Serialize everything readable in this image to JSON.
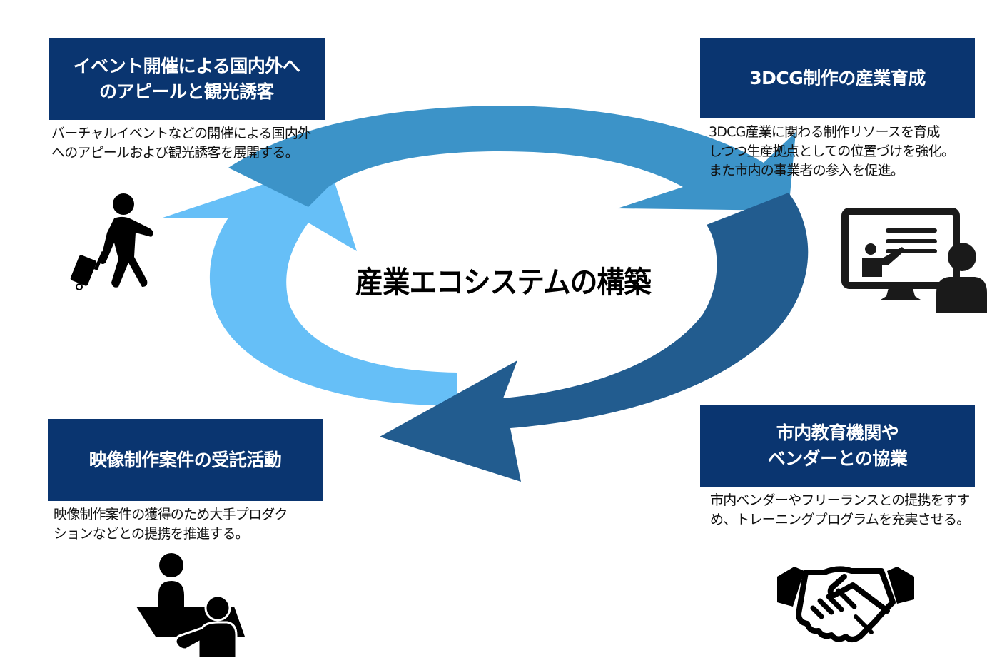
{
  "center": {
    "title": "産業エコシステムの構築"
  },
  "colors": {
    "header_bg": "#0A3570",
    "arc_top": "#3C93C8",
    "arc_right_bottom": "#225C8F",
    "arc_left": "#66BFF7"
  },
  "quadrants": [
    {
      "position": "top-left",
      "heading_lines": [
        "イベント開催による国内外へ",
        "のアピールと観光誘客"
      ],
      "description_lines": [
        "バーチャルイベントなどの開催による国内外",
        "へのアピールおよび観光誘客を展開する。"
      ],
      "icon": "traveler-with-suitcase-icon"
    },
    {
      "position": "top-right",
      "heading_lines": [
        "3DCG制作の産業育成"
      ],
      "description_lines": [
        "3DCG産業に関わる制作リソースを育成",
        "しつつ生産拠点としての位置づけを強化。",
        "また市内の事業者の参入を促進。"
      ],
      "icon": "online-training-presentation-icon"
    },
    {
      "position": "bottom-left",
      "heading_lines": [
        "映像制作案件の受託活動"
      ],
      "description_lines": [
        "映像制作案件の獲得のため大手プロダク",
        "ションなどとの提携を推進する。"
      ],
      "icon": "reception-desk-consultation-icon"
    },
    {
      "position": "bottom-right",
      "heading_lines": [
        "市内教育機関や",
        "ベンダーとの協業"
      ],
      "description_lines": [
        "市内ベンダーやフリーランスとの提携をすす",
        "め、トレーニングプログラムを充実させる。"
      ],
      "icon": "handshake-icon"
    }
  ]
}
